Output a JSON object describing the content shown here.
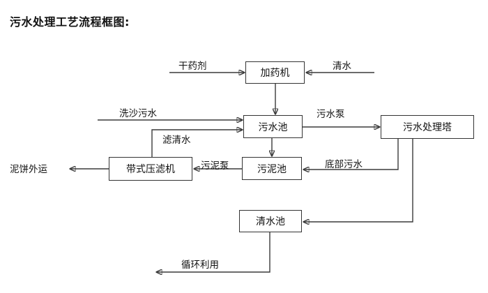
{
  "title": "污水处理工艺流程框图:",
  "nodes": [
    {
      "id": "dosing",
      "label": "加药机"
    },
    {
      "id": "sewage_pool",
      "label": "污水池"
    },
    {
      "id": "treat_tower",
      "label": "污水处理塔"
    },
    {
      "id": "belt_press",
      "label": "带式压滤机"
    },
    {
      "id": "sludge_pool",
      "label": "污泥池"
    },
    {
      "id": "clear_pool",
      "label": "清水池"
    }
  ],
  "edge_labels": [
    {
      "id": "dry_agent",
      "label": "干药剂"
    },
    {
      "id": "clean_water",
      "label": "清水"
    },
    {
      "id": "sand_sewage",
      "label": "洗沙污水"
    },
    {
      "id": "filtrate",
      "label": "滤清水"
    },
    {
      "id": "sewage_pump",
      "label": "污水泵"
    },
    {
      "id": "sludge_pump",
      "label": "污泥泵"
    },
    {
      "id": "bottom_sewage",
      "label": "底部污水"
    },
    {
      "id": "recycle",
      "label": "循环利用"
    }
  ],
  "terminals": [
    {
      "id": "cake_out",
      "label": "泥饼外运"
    }
  ],
  "colors": {
    "background": "#ffffff",
    "line": "#3a3a3a",
    "box_border": "#333333",
    "text": "#111111"
  }
}
